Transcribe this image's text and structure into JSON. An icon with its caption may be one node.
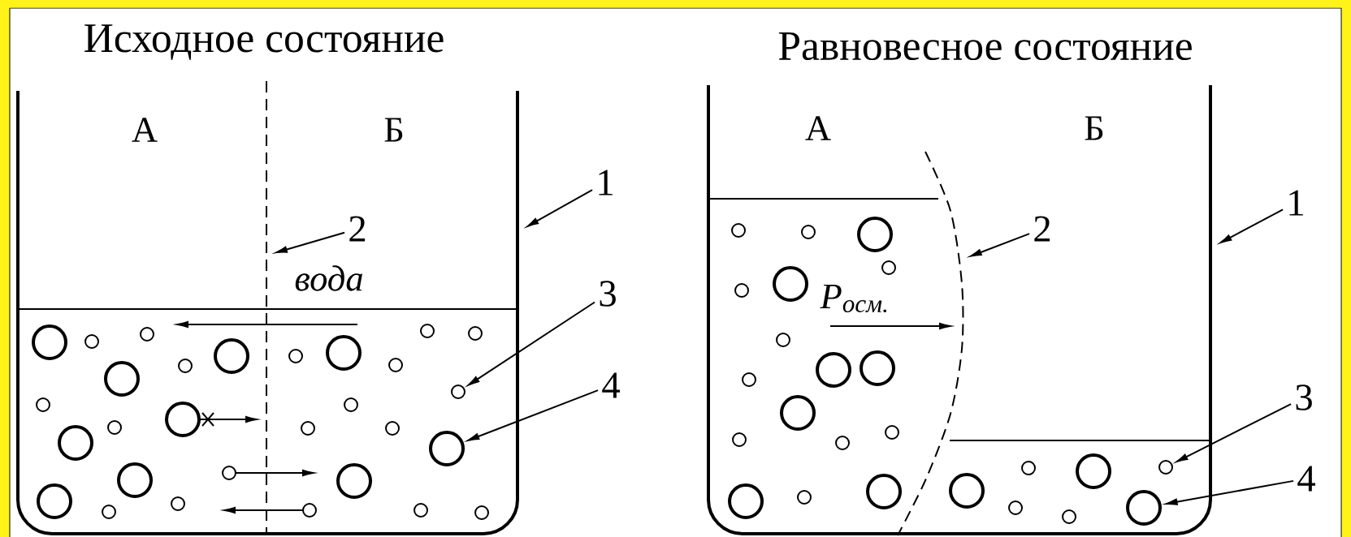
{
  "diagram": {
    "nodes": [
      {
        "text": [
          "1"
        ]
      },
      {
        "text": [],
        "shape": "vessel"
      },
      {
        "text": [
          "2"
        ],
        "in": 1
      },
      {
        "text": [],
        "shape": "line",
        "in": 1
      },
      {
        "text": [
          "3"
        ]
      },
      {
        "text": [],
        "shape": "circle",
        "in": 1
      },
      {
        "text": [
          "4"
        ]
      },
      {
        "text": [],
        "shape": "circle",
        "in": 1
      },
      {
        "text": [
          "1"
        ]
      },
      {
        "text": [],
        "shape": "vessel"
      },
      {
        "text": [
          "2"
        ],
        "in": 9
      },
      {
        "text": [],
        "shape": "line",
        "in": 9
      },
      {
        "text": [
          "3"
        ]
      },
      {
        "text": [],
        "shape": "circle",
        "in": 9
      },
      {
        "text": [
          "4"
        ]
      },
      {
        "text": [],
        "shape": "circle",
        "in": 9
      },
      {
        "text": [],
        "shape": "circle",
        "in": 1
      },
      {
        "text": [],
        "shape": "circle",
        "in": 1
      },
      {
        "text": [],
        "shape": "circle",
        "in": 1
      },
      {
        "text": [],
        "shape": "circle",
        "in": 1
      },
      {
        "text": [],
        "shape": "circle",
        "in": 1
      },
      {
        "text": [],
        "shape": "circle",
        "in": 1
      },
      {
        "text": [],
        "shape": "circle",
        "in": 1
      },
      {
        "text": [],
        "shape": "circle",
        "in": 1
      },
      {
        "text": [],
        "shape": "circle",
        "in": 1
      },
      {
        "text": [],
        "shape": "circle",
        "in": 1
      },
      {
        "text": [],
        "shape": "circle",
        "in": 1
      },
      {
        "text": [],
        "shape": "circle",
        "in": 1
      },
      {
        "text": [],
        "shape": "circle",
        "in": 1
      },
      {
        "text": [],
        "shape": "circle",
        "in": 1
      },
      {
        "text": [],
        "shape": "circle",
        "in": 1
      },
      {
        "text": [],
        "shape": "circle",
        "in": 1
      },
      {
        "text": [],
        "shape": "circle",
        "in": 1
      },
      {
        "text": [],
        "shape": "circle",
        "in": 1
      },
      {
        "text": [],
        "shape": "circle",
        "in": 1
      },
      {
        "text": [],
        "shape": "circle",
        "in": 1
      },
      {
        "text": [],
        "shape": "circle",
        "in": 1
      },
      {
        "text": [],
        "shape": "circle",
        "in": 1
      },
      {
        "text": [],
        "shape": "circle",
        "in": 1
      },
      {
        "text": [],
        "shape": "circle",
        "in": 1
      },
      {
        "text": [],
        "shape": "circle",
        "in": 1
      },
      {
        "text": [],
        "shape": "circle",
        "in": 1
      },
      {
        "text": [],
        "shape": "circle",
        "in": 1
      },
      {
        "text": [],
        "shape": "circle",
        "in": 9
      },
      {
        "text": [],
        "shape": "circle",
        "in": 9
      },
      {
        "text": [],
        "shape": "circle",
        "in": 9
      },
      {
        "text": [],
        "shape": "circle",
        "in": 9
      },
      {
        "text": [],
        "shape": "circle",
        "in": 9
      },
      {
        "text": [],
        "shape": "circle",
        "in": 9
      },
      {
        "text": [],
        "shape": "circle",
        "in": 9
      },
      {
        "text": [],
        "shape": "circle",
        "in": 9
      },
      {
        "text": [],
        "shape": "circle",
        "in": 9
      },
      {
        "text": [],
        "shape": "circle",
        "in": 9
      },
      {
        "text": [],
        "shape": "circle",
        "in": 9
      },
      {
        "text": [],
        "shape": "circle",
        "in": 9
      },
      {
        "text": [],
        "shape": "circle",
        "in": 9
      },
      {
        "text": [],
        "shape": "circle",
        "in": 9
      },
      {
        "text": [],
        "shape": "circle",
        "in": 9
      },
      {
        "text": [],
        "shape": "circle",
        "in": 9
      },
      {
        "text": [],
        "shape": "circle",
        "in": 9
      },
      {
        "text": [],
        "shape": "circle",
        "in": 9
      },
      {
        "text": [],
        "shape": "circle",
        "in": 9
      },
      {
        "text": [],
        "shape": "circle",
        "in": 9
      },
      {
        "text": [],
        "shape": "circle",
        "in": 9
      },
      {
        "text": [],
        "shape": "circle",
        "in": 9
      }
    ],
    "edges": [
      {
        "from": 0,
        "to": 1,
        "arrow": "to"
      },
      {
        "from": 2,
        "to": 3,
        "arrow": "to"
      },
      {
        "from": 4,
        "to": 5,
        "arrow": "to"
      },
      {
        "from": 6,
        "to": 7,
        "arrow": "to"
      },
      {
        "from": 8,
        "to": 9,
        "arrow": "to"
      },
      {
        "from": 10,
        "to": 11,
        "arrow": "to"
      },
      {
        "from": 12,
        "to": 13,
        "arrow": "to"
      },
      {
        "from": 14,
        "to": 15,
        "arrow": "to"
      }
    ],
    "labels": [
      "Исходное состояние",
      "А",
      "Б",
      "вода",
      "Равновесное состояние",
      "А",
      "Б",
      "P$_{осм.}$"
    ]
  }
}
